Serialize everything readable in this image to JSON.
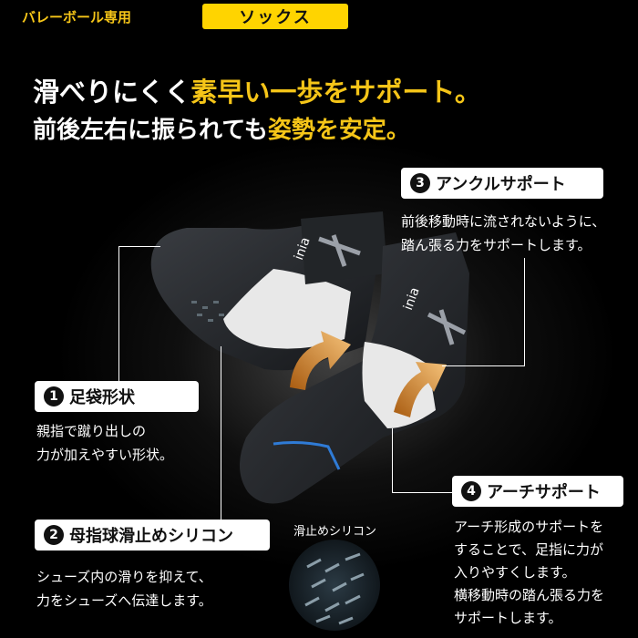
{
  "header": {
    "category": "バレーボール専用",
    "badge": "ソックス"
  },
  "headline": {
    "line1_pre": "滑べりにくく",
    "line1_em": "素早い一歩をサポート。",
    "line2_pre": "前後左右に振られても",
    "line2_em": "姿勢を安定。"
  },
  "features": [
    {
      "num": "1",
      "title": "足袋形状",
      "desc": [
        "親指で蹴り出しの",
        "力が加えやすい形状。"
      ]
    },
    {
      "num": "2",
      "title": "母指球滑止めシリコン",
      "desc": [
        "シューズ内の滑りを抑えて、",
        "力をシューズへ伝達します。"
      ]
    },
    {
      "num": "3",
      "title": "アンクルサポート",
      "desc": [
        "前後移動時に流されないように、",
        "踏ん張る力をサポートします。"
      ]
    },
    {
      "num": "4",
      "title": "アーチサポート",
      "desc": [
        "アーチ形成のサポートを",
        "することで、足指に力が",
        "入りやすくします。",
        "横移動時の踏ん張る力を",
        "サポートします。"
      ]
    }
  ],
  "silicone_caption": "滑止めシリコン",
  "brand_mark": "inia",
  "colors": {
    "accent": "#f5c518",
    "badge": "#ffd400",
    "background": "#000000",
    "arrow": "#f2a83a"
  }
}
